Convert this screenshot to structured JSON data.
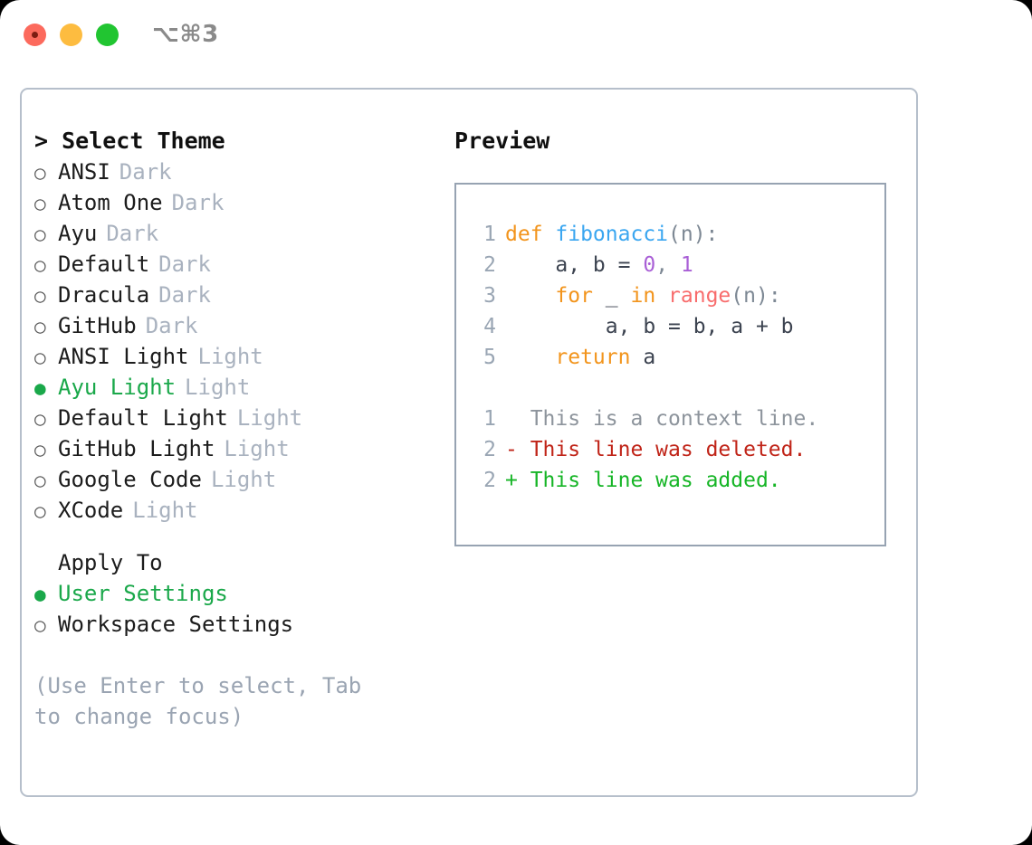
{
  "titlebar": {
    "shortcut": "⌥⌘3",
    "buttons": {
      "close": "close",
      "minimize": "minimize",
      "maximize": "maximize"
    }
  },
  "left": {
    "header": "> Select Theme",
    "themes": [
      {
        "bullet": "○",
        "name": "ANSI",
        "tag": "Dark",
        "selected": false
      },
      {
        "bullet": "○",
        "name": "Atom One",
        "tag": "Dark",
        "selected": false
      },
      {
        "bullet": "○",
        "name": "Ayu",
        "tag": "Dark",
        "selected": false
      },
      {
        "bullet": "○",
        "name": "Default",
        "tag": "Dark",
        "selected": false
      },
      {
        "bullet": "○",
        "name": "Dracula",
        "tag": "Dark",
        "selected": false
      },
      {
        "bullet": "○",
        "name": "GitHub",
        "tag": "Dark",
        "selected": false
      },
      {
        "bullet": "○",
        "name": "ANSI Light",
        "tag": "Light",
        "selected": false
      },
      {
        "bullet": "●",
        "name": "Ayu Light",
        "tag": "Light",
        "selected": true
      },
      {
        "bullet": "○",
        "name": "Default Light",
        "tag": "Light",
        "selected": false
      },
      {
        "bullet": "○",
        "name": "GitHub Light",
        "tag": "Light",
        "selected": false
      },
      {
        "bullet": "○",
        "name": "Google Code",
        "tag": "Light",
        "selected": false
      },
      {
        "bullet": "○",
        "name": "XCode",
        "tag": "Light",
        "selected": false
      }
    ],
    "apply_header": "Apply To",
    "apply_options": [
      {
        "bullet": "●",
        "name": "User Settings",
        "selected": true
      },
      {
        "bullet": "○",
        "name": "Workspace Settings",
        "selected": false
      }
    ],
    "hint": "(Use Enter to select, Tab to change focus)"
  },
  "right": {
    "title": "Preview",
    "code": [
      {
        "num": "1",
        "tokens": [
          {
            "t": "def ",
            "c": "tok-kw"
          },
          {
            "t": "fibonacci",
            "c": "tok-fn"
          },
          {
            "t": "(n):",
            "c": "tok-pun"
          }
        ]
      },
      {
        "num": "2",
        "tokens": [
          {
            "t": "    a, b = ",
            "c": "tok-var"
          },
          {
            "t": "0",
            "c": "tok-num"
          },
          {
            "t": ", ",
            "c": "tok-pun"
          },
          {
            "t": "1",
            "c": "tok-num"
          }
        ]
      },
      {
        "num": "3",
        "tokens": [
          {
            "t": "    for",
            "c": "tok-kw"
          },
          {
            "t": " _ ",
            "c": "tok-var"
          },
          {
            "t": "in ",
            "c": "tok-kw"
          },
          {
            "t": "range",
            "c": "tok-call"
          },
          {
            "t": "(n):",
            "c": "tok-pun"
          }
        ]
      },
      {
        "num": "4",
        "tokens": [
          {
            "t": "        a, b = b, a + b",
            "c": "tok-var"
          }
        ]
      },
      {
        "num": "5",
        "tokens": [
          {
            "t": "    return",
            "c": "tok-kw"
          },
          {
            "t": " a",
            "c": "tok-var"
          }
        ]
      }
    ],
    "diff": [
      {
        "num": "1",
        "marker": "  ",
        "text": "This is a context line.",
        "cls": "diff-ctx"
      },
      {
        "num": "2",
        "marker": "- ",
        "text": "This line was deleted.",
        "cls": "diff-del"
      },
      {
        "num": "2",
        "marker": "+ ",
        "text": "This line was added.",
        "cls": "diff-add"
      }
    ]
  },
  "colors": {
    "accent_green": "#1aa84a",
    "muted_tag": "#a9b2bf",
    "hint": "#9aa4b2",
    "border": "#b6bfcb",
    "preview_border": "#97a3b2",
    "keyword": "#f2941c",
    "function": "#3aa6f0",
    "number": "#a95fd6",
    "call": "#f86c6c",
    "diff_add": "#16b526",
    "diff_del": "#c02418"
  }
}
